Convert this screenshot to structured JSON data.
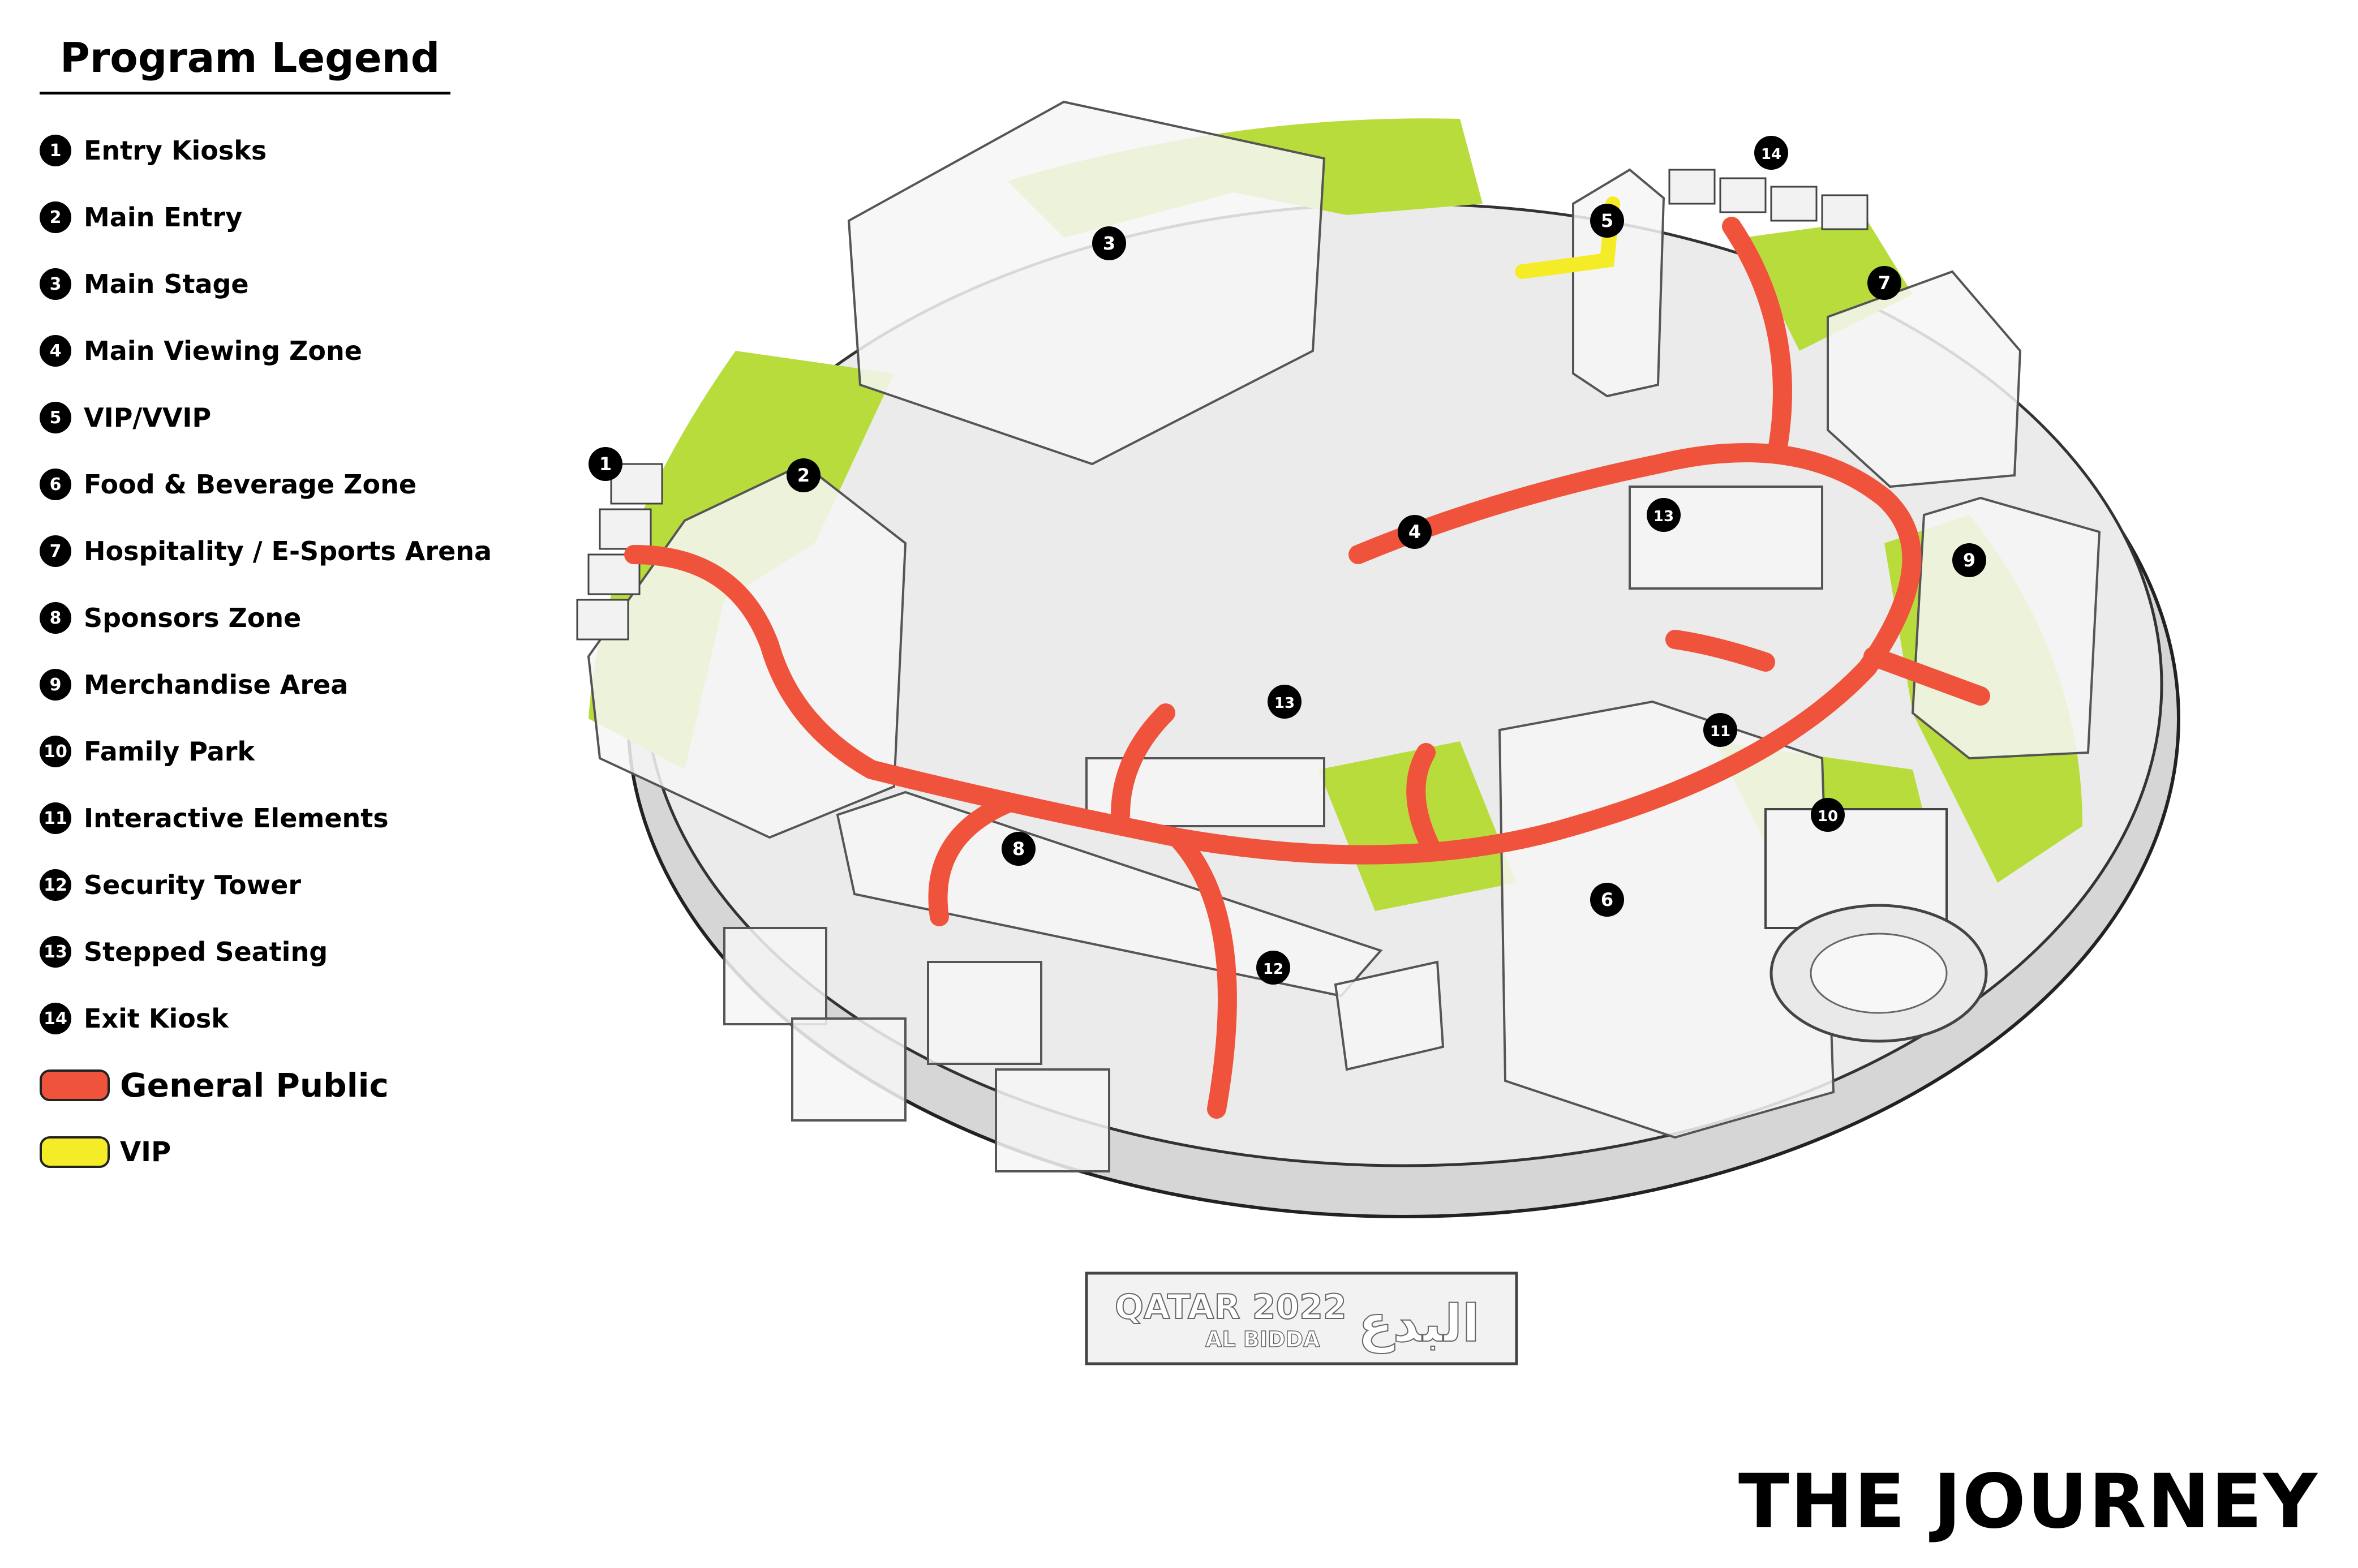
{
  "legend": {
    "title": "Program Legend",
    "items": [
      {
        "num": "1",
        "label": "Entry Kiosks"
      },
      {
        "num": "2",
        "label": "Main Entry"
      },
      {
        "num": "3",
        "label": "Main Stage"
      },
      {
        "num": "4",
        "label": "Main Viewing Zone"
      },
      {
        "num": "5",
        "label": "VIP/VVIP"
      },
      {
        "num": "6",
        "label": "Food & Beverage Zone"
      },
      {
        "num": "7",
        "label": "Hospitality / E-Sports Arena"
      },
      {
        "num": "8",
        "label": "Sponsors Zone"
      },
      {
        "num": "9",
        "label": "Merchandise Area"
      },
      {
        "num": "10",
        "label": "Family Park"
      },
      {
        "num": "11",
        "label": "Interactive Elements"
      },
      {
        "num": "12",
        "label": "Security Tower"
      },
      {
        "num": "13",
        "label": "Stepped Seating"
      },
      {
        "num": "14",
        "label": "Exit Kiosk"
      }
    ],
    "routes": [
      {
        "label": "General Public",
        "color": "#f0533c"
      },
      {
        "label": "VIP",
        "color": "#f5ec28"
      }
    ]
  },
  "plan": {
    "sign_line1": "QATAR 2022",
    "sign_line2": "AL BIDDA",
    "sign_arabic": "البدع",
    "markers": [
      "1",
      "2",
      "3",
      "4",
      "5",
      "6",
      "7",
      "8",
      "9",
      "10",
      "11",
      "12",
      "13",
      "13",
      "14"
    ]
  },
  "footer": {
    "title": "THE JOURNEY"
  },
  "colors": {
    "green": "#b8dc3c",
    "route": "#f0533c",
    "vip": "#f5ec28",
    "ground": "#e4e4e4"
  }
}
